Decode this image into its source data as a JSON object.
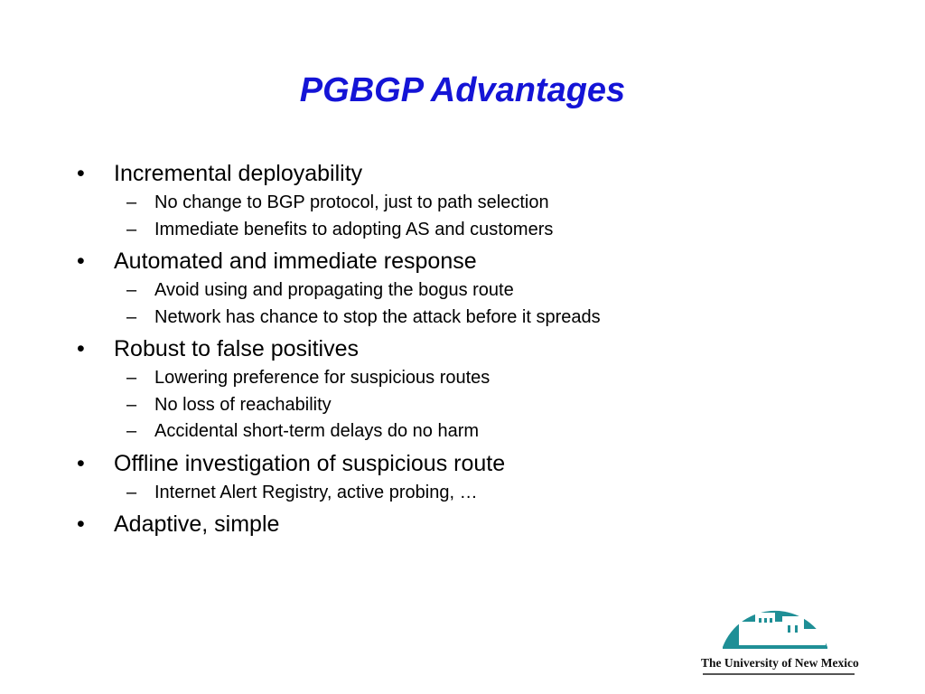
{
  "slide": {
    "title": "PGBGP Advantages",
    "bullets": [
      {
        "text": "Incremental deployability",
        "subs": [
          "No change to BGP protocol, just to path selection",
          "Immediate benefits to adopting AS and customers"
        ]
      },
      {
        "text": "Automated and immediate response",
        "subs": [
          "Avoid using and propagating the bogus route",
          "Network has chance to stop the attack before it spreads"
        ]
      },
      {
        "text": "Robust to false positives",
        "subs": [
          "Lowering preference for suspicious routes",
          "No loss of reachability",
          "Accidental short-term delays do no harm"
        ]
      },
      {
        "text": "Offline investigation of suspicious route",
        "subs": [
          "Internet Alert Registry, active probing, …"
        ]
      },
      {
        "text": "Adaptive, simple",
        "subs": []
      }
    ],
    "bullet_marker": "•",
    "sub_marker": "–"
  },
  "logo": {
    "text": "The University of New Mexico",
    "icon": "unm-logo-icon",
    "sun_color": "#1f8f96",
    "building_color": "#ffffff"
  },
  "colors": {
    "title": "#1414d6",
    "body_text": "#000000",
    "background": "#ffffff"
  }
}
